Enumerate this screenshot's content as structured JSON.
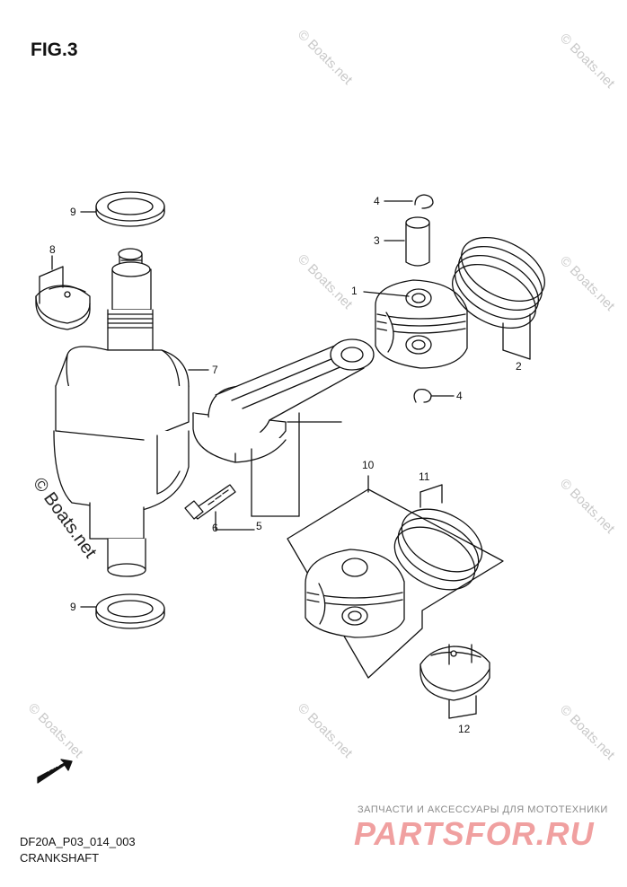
{
  "title": "FIG.3",
  "footer": {
    "code": "DF20A_P03_014_003",
    "name": "CRANKSHAFT"
  },
  "callouts": [
    "1",
    "2",
    "3",
    "4",
    "4",
    "5",
    "6",
    "7",
    "8",
    "9",
    "9",
    "10",
    "11",
    "12"
  ],
  "fwd_label": "FWD",
  "watermark": {
    "text": "© Boats.net",
    "color": "#c9c9c9"
  },
  "shop_watermark": {
    "subtitle": "ЗАПЧАСТИ И АКСЕССУАРЫ ДЛЯ МОТОТЕХНИКИ",
    "brand": "PARTSFOR.RU",
    "color": "#f0a0a0"
  }
}
